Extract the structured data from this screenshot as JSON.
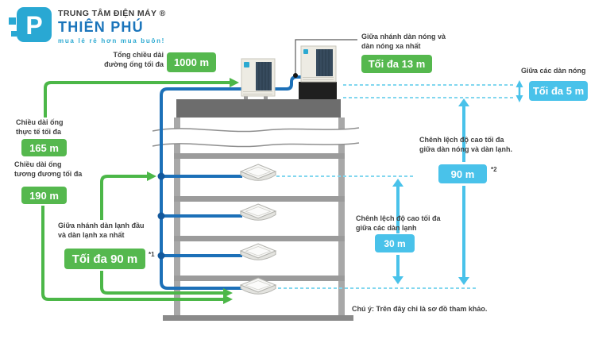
{
  "logo": {
    "company": "TRUNG TÂM ĐIỆN MÁY ®",
    "brand": "THIÊN PHÚ",
    "slogan": "mua lẻ rẻ hơn mua buôn!",
    "icon_letter": "P"
  },
  "diagram": {
    "labels": {
      "total_pipe": {
        "text": "Tổng chiều dài\nđường ống tối đa",
        "badge": "1000 m"
      },
      "actual_pipe": {
        "text": "Chiều dài ống\nthực tế tối đa",
        "badge": "165 m"
      },
      "equivalent_pipe": {
        "text": "Chiều dài ống\ntương đương tối đa",
        "badge": "190 m"
      },
      "indoor_branch": {
        "text": "Giữa nhánh dàn lạnh đầu\nvà dàn lạnh xa nhất",
        "badge": "Tối đa 90 m",
        "footnote": "*1"
      },
      "outdoor_branch": {
        "text": "Giữa nhánh dàn nóng và\ndàn nóng xa nhất",
        "badge": "Tối đa 13 m"
      },
      "outdoor_gap": {
        "text": "Giữa các dàn nóng",
        "badge": "Tối đa 5 m"
      },
      "height_outdoor_indoor": {
        "text": "Chênh lệch độ cao tối đa\ngiữa dàn nóng và dàn lạnh.",
        "badge": "90 m",
        "footnote": "*2"
      },
      "height_indoor": {
        "text": "Chênh lệch độ cao tối đa\ngiữa các dàn lạnh",
        "badge": "30 m"
      }
    },
    "note": "Chú ý: Trên đây chỉ là sơ đồ tham khảo.",
    "colors": {
      "green": "#55b84e",
      "light_blue": "#49c2ea",
      "dashed_teal": "#82d7ef",
      "pipe_blue": "#1c70b8",
      "brand_blue": "#1b75bb",
      "brand_teal": "#2ba9d1"
    }
  }
}
